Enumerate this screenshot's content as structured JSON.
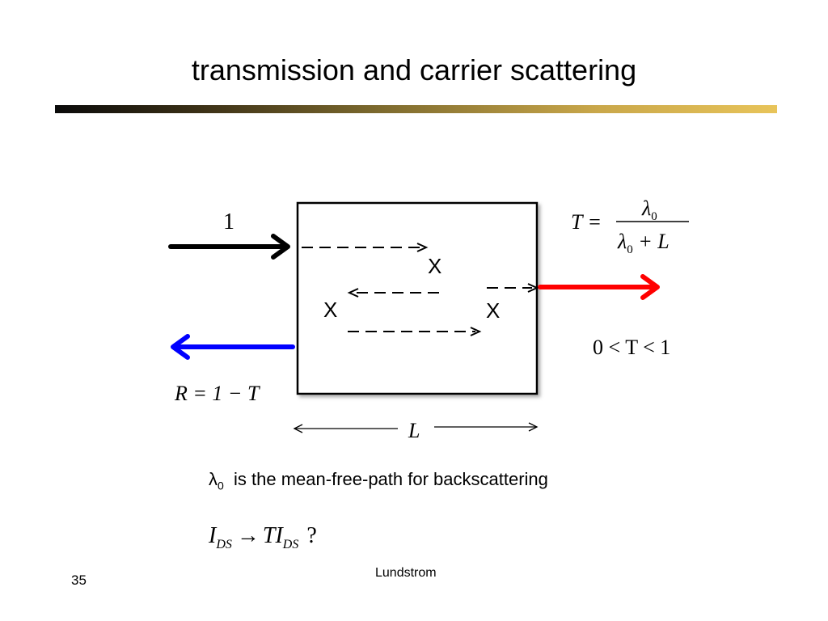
{
  "slide": {
    "title": "transmission and carrier scattering",
    "page_number": "35",
    "footer": "Lundstrom"
  },
  "diagram": {
    "incident_label": "1",
    "transmission_formula": {
      "lhs": "T =",
      "numerator": "λ",
      "numerator_sub": "0",
      "denominator": "λ",
      "denominator_sub": "0",
      "denominator_rest": " + L"
    },
    "range": "0 < T < 1",
    "reflection": "R = 1 − T",
    "length_label": "L",
    "scatter_marks": [
      "X",
      "X",
      "X"
    ],
    "colors": {
      "incident": "#000000",
      "transmitted": "#ff0000",
      "reflected": "#0000ff"
    }
  },
  "note": {
    "symbol": "λ",
    "symbol_sub": "0",
    "text": "is the mean-free-path for backscattering"
  },
  "current": {
    "lhs": "I",
    "lhs_sub": "DS",
    "arrow": "→",
    "rhs": "TI",
    "rhs_sub": "DS",
    "question": "?"
  }
}
